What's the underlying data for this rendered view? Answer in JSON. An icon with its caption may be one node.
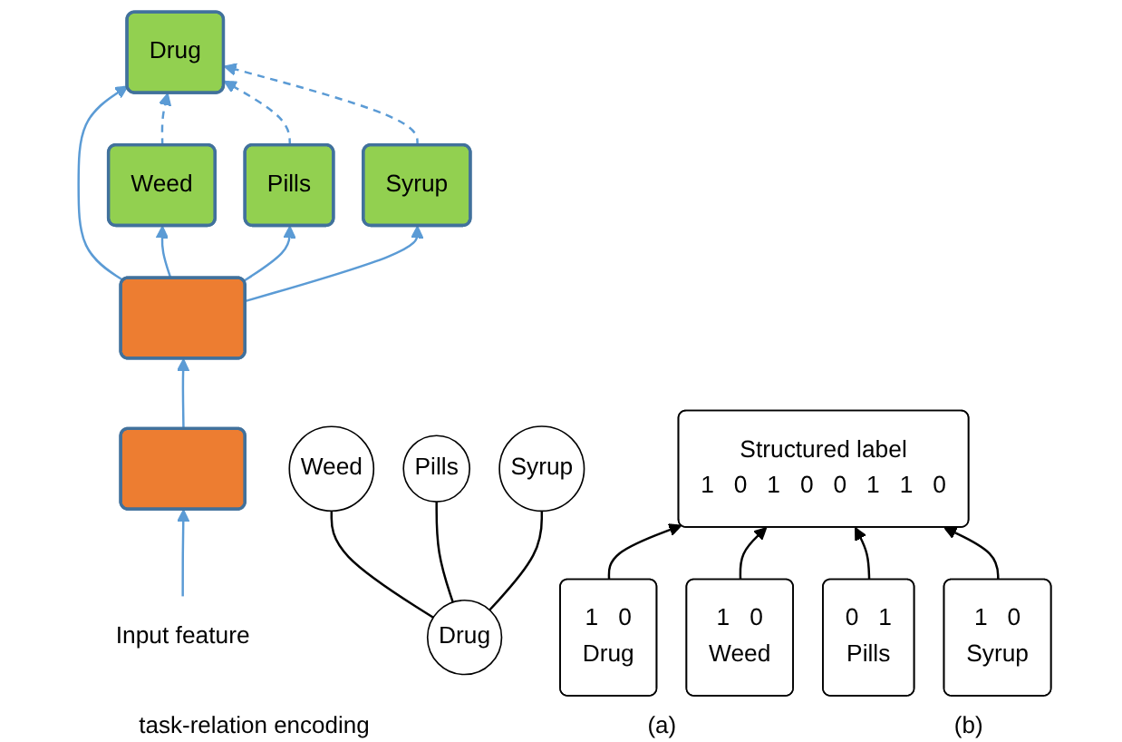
{
  "diagram": {
    "nodes": [
      {
        "text": [
          "Drug"
        ]
      },
      {
        "text": [
          "Weed"
        ]
      },
      {
        "text": [
          "Pills"
        ]
      },
      {
        "text": [
          "Syrup"
        ]
      },
      {
        "text": [],
        "shape": "box"
      },
      {
        "text": [],
        "shape": "box"
      },
      {
        "text": [
          "Input feature"
        ]
      },
      {
        "text": [
          "Drug"
        ]
      },
      {
        "text": [
          "Weed"
        ]
      },
      {
        "text": [
          "Pills"
        ]
      },
      {
        "text": [
          "Syrup"
        ]
      },
      {
        "text": [
          "Structured label",
          "1",
          "0",
          "1",
          "0",
          "0",
          "1",
          "1",
          "0"
        ]
      },
      {
        "text": [
          "1",
          "0",
          "Drug"
        ]
      },
      {
        "text": [
          "1",
          "0",
          "Weed"
        ]
      },
      {
        "text": [
          "0",
          "1",
          "Pills"
        ]
      },
      {
        "text": [
          "1",
          "0",
          "Syrup"
        ]
      }
    ],
    "edges": [
      {
        "from": 6,
        "to": 5,
        "arrow": "to"
      },
      {
        "from": 5,
        "to": 4,
        "arrow": "to"
      },
      {
        "from": 4,
        "to": 0,
        "arrow": "to"
      },
      {
        "from": 4,
        "to": 1,
        "arrow": "to"
      },
      {
        "from": 4,
        "to": 2,
        "arrow": "to"
      },
      {
        "from": 4,
        "to": 3,
        "arrow": "to"
      },
      {
        "from": 1,
        "to": 0,
        "arrow": "to",
        "style": "dashed"
      },
      {
        "from": 2,
        "to": 0,
        "arrow": "to",
        "style": "dashed"
      },
      {
        "from": 3,
        "to": 0,
        "arrow": "to",
        "style": "dashed"
      },
      {
        "from": 7,
        "to": 8,
        "arrow": "none",
        "color": "#000000"
      },
      {
        "from": 7,
        "to": 9,
        "arrow": "none",
        "color": "#000000"
      },
      {
        "from": 7,
        "to": 10,
        "arrow": "none",
        "color": "#000000"
      },
      {
        "from": 12,
        "to": 11,
        "arrow": "to",
        "color": "#000000"
      },
      {
        "from": 13,
        "to": 11,
        "arrow": "to",
        "color": "#000000"
      },
      {
        "from": 14,
        "to": 11,
        "arrow": "to",
        "color": "#000000"
      },
      {
        "from": 15,
        "to": 11,
        "arrow": "to",
        "color": "#000000"
      }
    ],
    "labels": [
      "task-relation encoding",
      "(a)",
      "(b)"
    ]
  }
}
